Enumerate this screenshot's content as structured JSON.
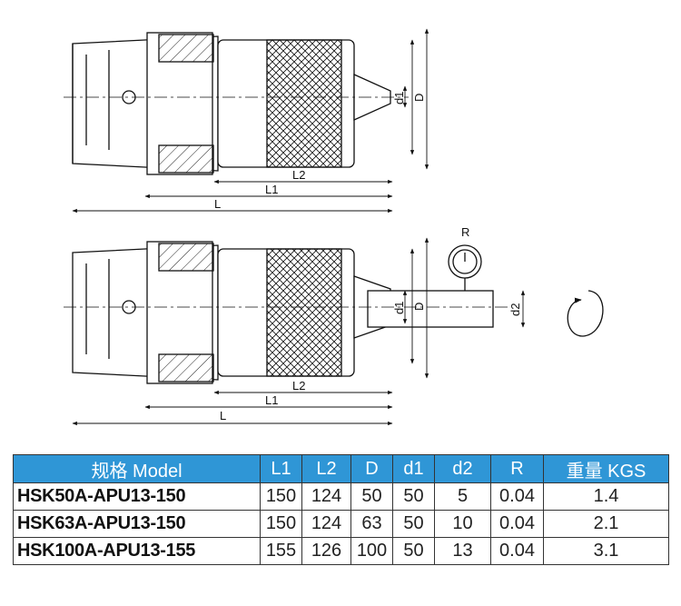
{
  "drawing": {
    "top_labels": {
      "l2": "L2",
      "l1": "L1",
      "l": "L",
      "d1": "d1",
      "d": "D"
    },
    "bottom_labels": {
      "l2": "L2",
      "l1": "L1",
      "l": "L",
      "d1": "d1",
      "d": "D",
      "d2": "d2",
      "r": "R"
    }
  },
  "table": {
    "headers": [
      "规格 Model",
      "L1",
      "L2",
      "D",
      "d1",
      "d2",
      "R",
      "重量 KGS"
    ],
    "rows": [
      [
        "HSK50A-APU13-150",
        "150",
        "124",
        "50",
        "50",
        "5",
        "0.04",
        "1.4"
      ],
      [
        "HSK63A-APU13-150",
        "150",
        "124",
        "63",
        "50",
        "10",
        "0.04",
        "2.1"
      ],
      [
        "HSK100A-APU13-155",
        "155",
        "126",
        "100",
        "50",
        "13",
        "0.04",
        "3.1"
      ]
    ],
    "header_color": "#2f96d6"
  }
}
